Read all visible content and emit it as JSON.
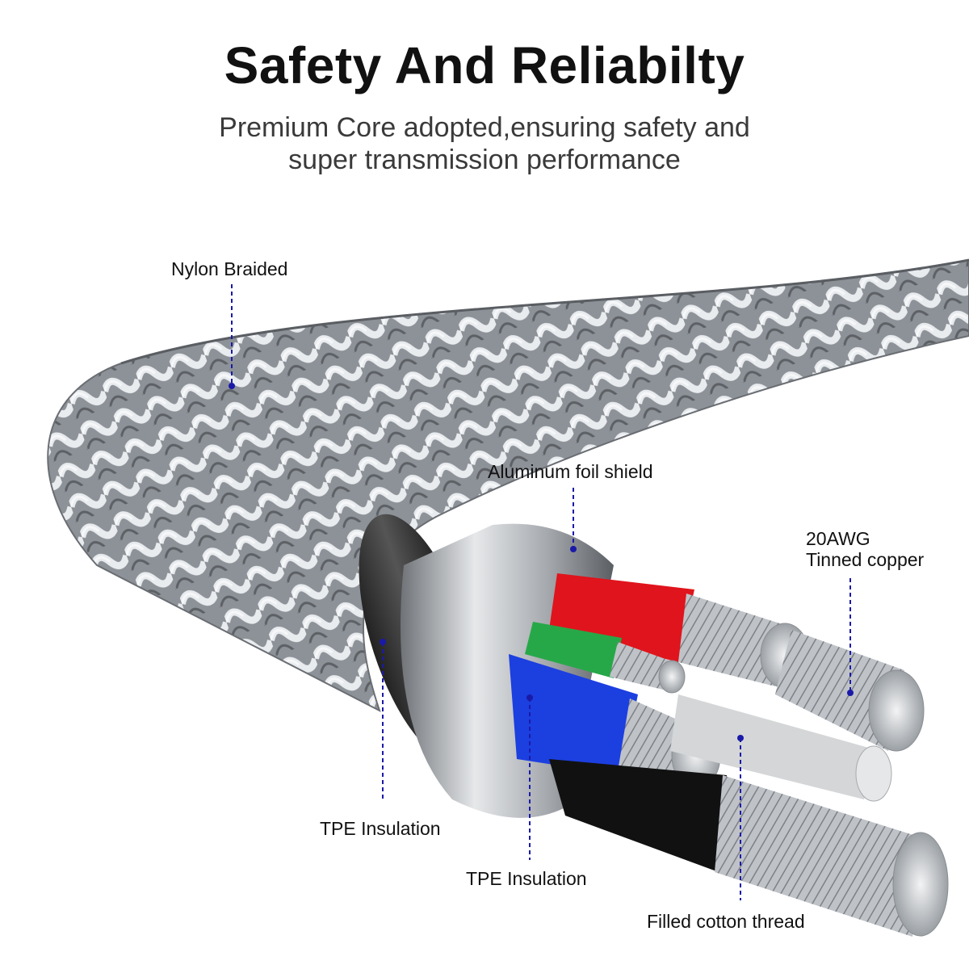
{
  "header": {
    "title": "Safety And Reliabilty",
    "subtitle_line1": "Premium Core adopted,ensuring safety and",
    "subtitle_line2": "super transmission performance"
  },
  "labels": {
    "nylon": "Nylon Braided",
    "foil": "Aluminum foil shield",
    "awg_line1": "20AWG",
    "awg_line2": "Tinned copper",
    "tpe_outer": "TPE Insulation",
    "tpe_inner": "TPE Insulation",
    "cotton": "Filled cotton thread"
  },
  "colors": {
    "leader_line": "#1a1aa8",
    "braid": "#9ea3a8",
    "foil": "#b8bcc1",
    "wire_red": "#e0141c",
    "wire_green": "#27a848",
    "wire_blue": "#1c3fe0",
    "wire_black": "#111111",
    "copper_strand": "#c9cdd2",
    "cotton_filler": "#d4d6d8"
  }
}
